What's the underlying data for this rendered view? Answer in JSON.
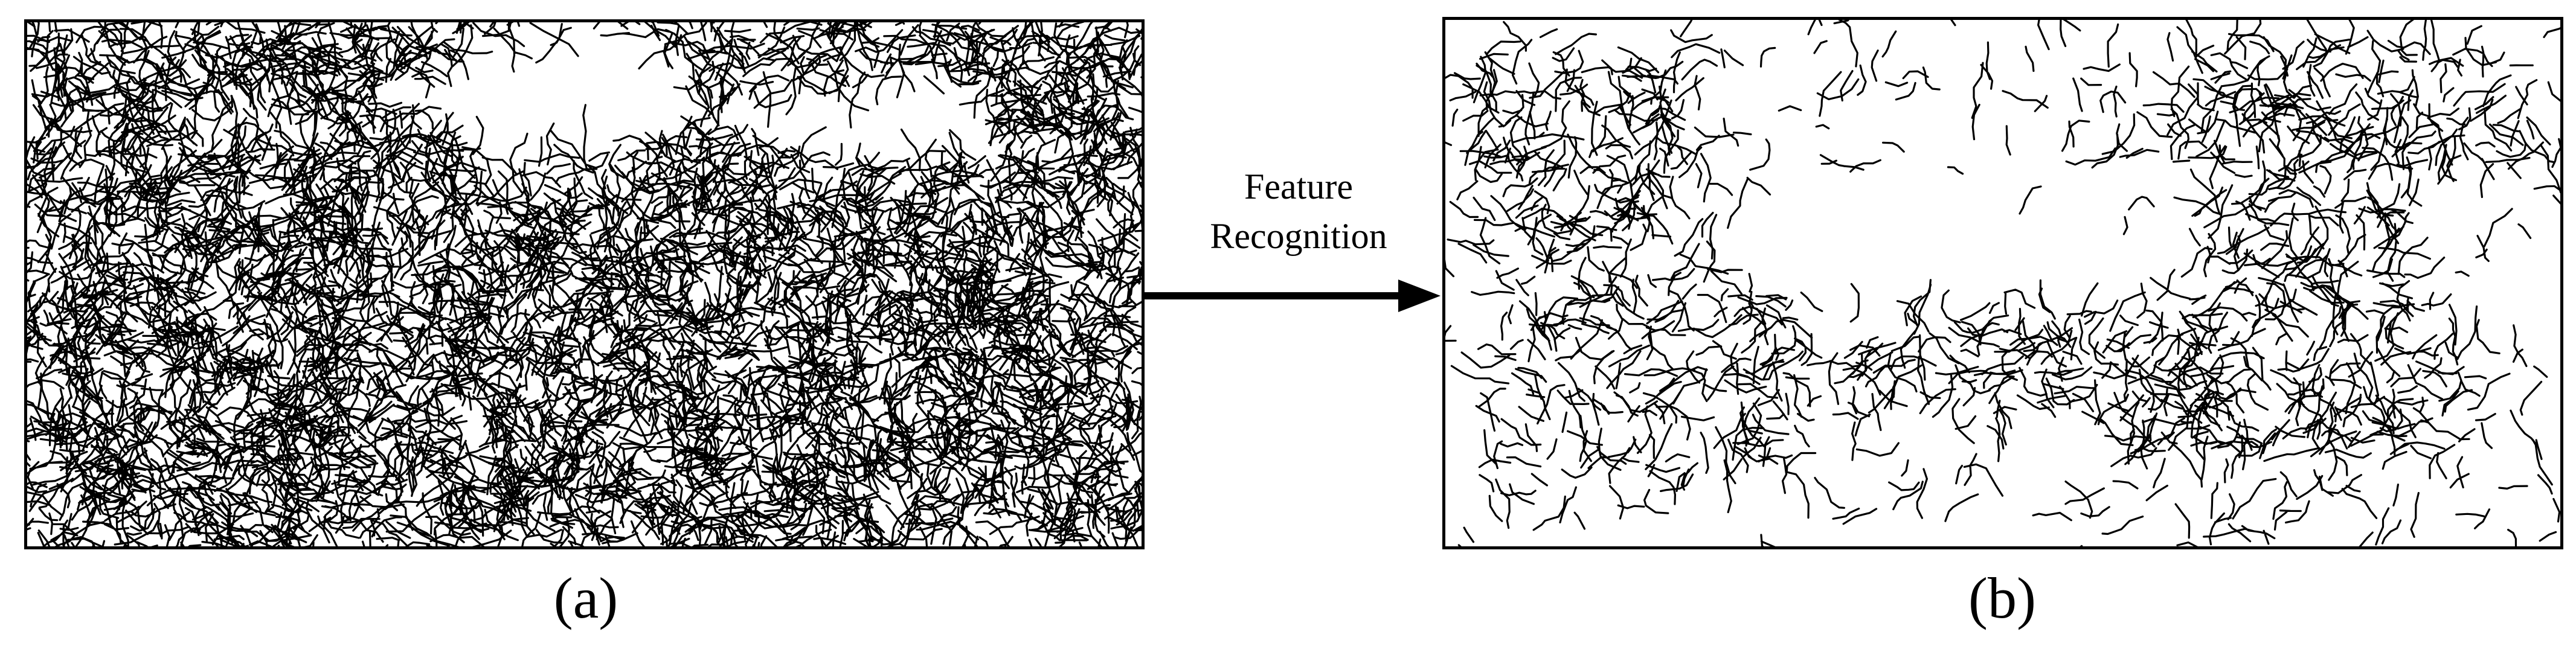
{
  "figure": {
    "arrow_label_line1": "Feature",
    "arrow_label_line2": "Recognition",
    "caption_a": "(a)",
    "caption_b": "(b)"
  },
  "panels": [
    {
      "id": "a",
      "content": "dense crack network map"
    },
    {
      "id": "b",
      "content": "sparse recognized crack features"
    }
  ],
  "colors": {
    "stroke": "#000000",
    "background": "#ffffff"
  }
}
